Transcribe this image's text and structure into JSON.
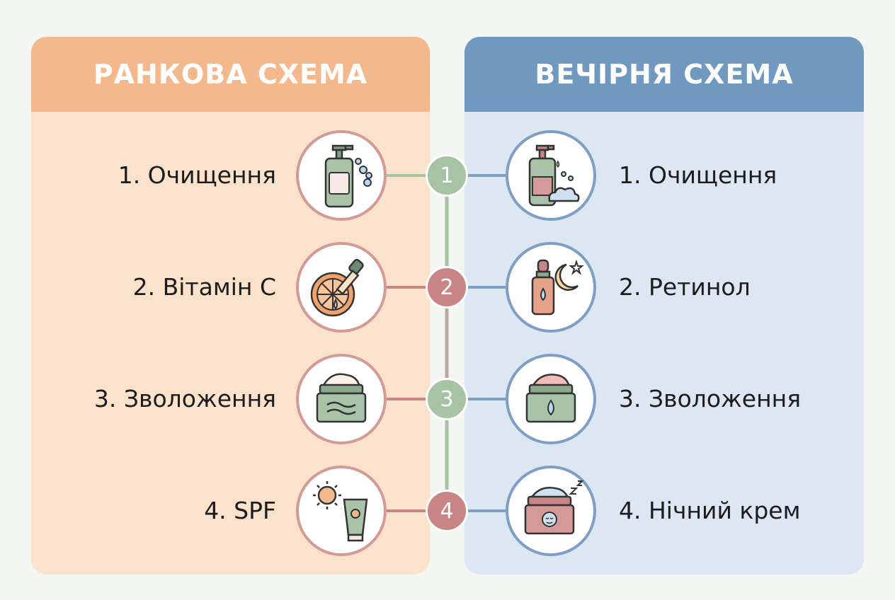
{
  "morning": {
    "title": "РАНКОВА СХЕМА",
    "steps": [
      {
        "label": "1. Очищення",
        "icon": "cleanser-bottle-icon"
      },
      {
        "label": "2. Вітамін С",
        "icon": "vitamin-c-dropper-icon"
      },
      {
        "label": "3. Зволоження",
        "icon": "moisturizer-jar-icon"
      },
      {
        "label": "4. SPF",
        "icon": "sunscreen-tube-icon"
      }
    ]
  },
  "evening": {
    "title": "ВЕЧІРНЯ СХЕМА",
    "steps": [
      {
        "label": "1. Очищення",
        "icon": "foam-cleanser-icon"
      },
      {
        "label": "2. Ретинол",
        "icon": "retinol-serum-icon"
      },
      {
        "label": "3. Зволоження",
        "icon": "hydrating-cream-icon"
      },
      {
        "label": "4. Нічний крем",
        "icon": "night-cream-icon"
      }
    ]
  },
  "numbers": [
    "1",
    "2",
    "3",
    "4"
  ],
  "colors": {
    "morning_header": "#f3b98c",
    "morning_bg": "#fbe2cd",
    "evening_header": "#7199c0",
    "evening_bg": "#dde7f3",
    "step_green": "#a6c4a4",
    "step_red": "#c98586"
  }
}
